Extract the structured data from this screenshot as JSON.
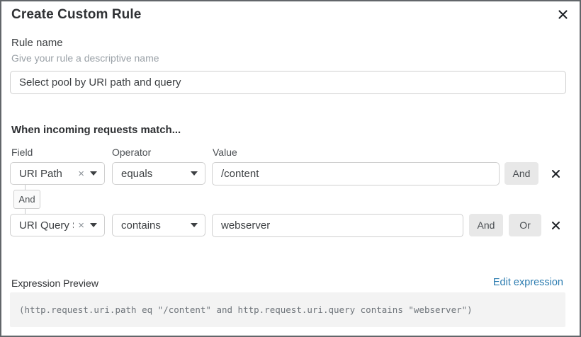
{
  "modal": {
    "title": "Create Custom Rule"
  },
  "rule_name": {
    "label": "Rule name",
    "hint": "Give your rule a descriptive name",
    "value": "Select pool by URI path and query"
  },
  "match": {
    "heading": "When incoming requests match...",
    "columns": {
      "field": "Field",
      "operator": "Operator",
      "value": "Value"
    },
    "connector_label": "And",
    "clear_icon": "×",
    "rows": [
      {
        "field": "URI Path",
        "operator": "equals",
        "value": "/content",
        "and_label": "And"
      },
      {
        "field": "URI Query St...",
        "operator": "contains",
        "value": "webserver",
        "and_label": "And",
        "or_label": "Or"
      }
    ]
  },
  "expression": {
    "label": "Expression Preview",
    "edit_link": "Edit expression",
    "code": "(http.request.uri.path eq \"/content\" and http.request.uri.query contains \"webserver\")"
  },
  "colors": {
    "link": "#2c7cb0",
    "button_bg": "#e8e8e8",
    "code_bg": "#f3f3f3",
    "input_border": "#cfcfcf",
    "modal_border": "#62666a"
  }
}
